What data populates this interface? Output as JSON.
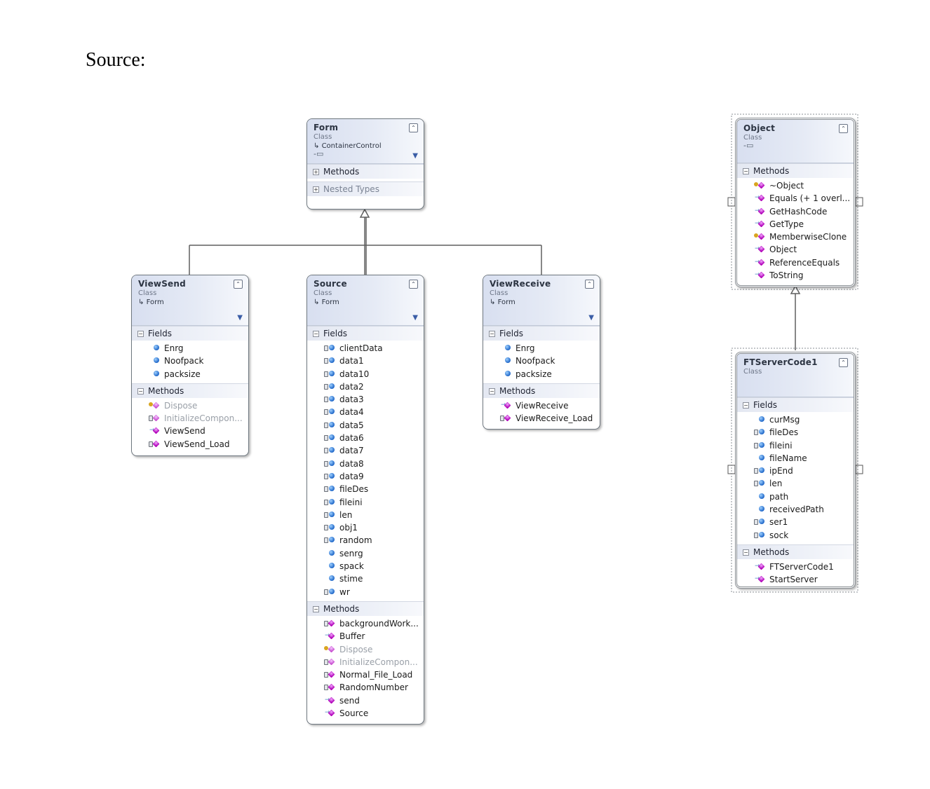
{
  "heading": "Source:",
  "classes": {
    "form": {
      "name": "Form",
      "kind": "Class",
      "base": "ContainerControl",
      "sections": {
        "methods": "Methods",
        "nested": "Nested Types"
      }
    },
    "viewsend": {
      "name": "ViewSend",
      "kind": "Class",
      "base": "Form",
      "sections": {
        "fields": "Fields",
        "methods": "Methods"
      },
      "fields": [
        "Enrg",
        "Noofpack",
        "packsize"
      ],
      "methods": [
        "Dispose",
        "InitializeCompon...",
        "ViewSend",
        "ViewSend_Load"
      ]
    },
    "source": {
      "name": "Source",
      "kind": "Class",
      "base": "Form",
      "sections": {
        "fields": "Fields",
        "methods": "Methods"
      },
      "fields": [
        "clientData",
        "data1",
        "data10",
        "data2",
        "data3",
        "data4",
        "data5",
        "data6",
        "data7",
        "data8",
        "data9",
        "fileDes",
        "fileini",
        "len",
        "obj1",
        "random",
        "senrg",
        "spack",
        "stime",
        "wr"
      ],
      "methods": [
        "backgroundWork...",
        "Buffer",
        "Dispose",
        "InitializeCompon...",
        "Normal_File_Load",
        "RandomNumber",
        "send",
        "Source"
      ]
    },
    "viewreceive": {
      "name": "ViewReceive",
      "kind": "Class",
      "base": "Form",
      "sections": {
        "fields": "Fields",
        "methods": "Methods"
      },
      "fields": [
        "Enrg",
        "Noofpack",
        "packsize"
      ],
      "methods": [
        "ViewReceive",
        "ViewReceive_Load"
      ]
    },
    "object": {
      "name": "Object",
      "kind": "Class",
      "sections": {
        "methods": "Methods"
      },
      "methods": [
        "~Object",
        "Equals (+ 1 overl...",
        "GetHashCode",
        "GetType",
        "MemberwiseClone",
        "Object",
        "ReferenceEquals",
        "ToString"
      ]
    },
    "ftservercode1": {
      "name": "FTServerCode1",
      "kind": "Class",
      "sections": {
        "fields": "Fields",
        "methods": "Methods"
      },
      "fields": [
        "curMsg",
        "fileDes",
        "fileini",
        "fileName",
        "ipEnd",
        "len",
        "path",
        "receivedPath",
        "ser1",
        "sock"
      ],
      "methods": [
        "FTServerCode1",
        "StartServer"
      ]
    }
  }
}
